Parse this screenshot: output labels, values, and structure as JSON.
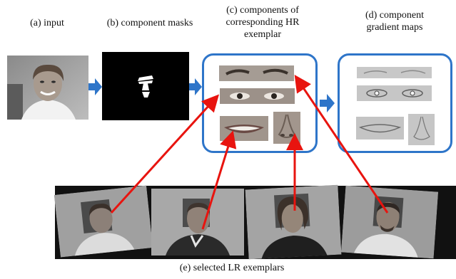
{
  "labels": {
    "input": "(a) input",
    "masks": "(b) component masks",
    "hr_components_line1": "(c) components of",
    "hr_components_line2": "corresponding HR",
    "hr_components_line3": "exemplar",
    "gradient_line1": "(d) component",
    "gradient_line2": "gradient maps",
    "lr_exemplars": "(e) selected LR exemplars"
  },
  "colors": {
    "flow_arrow": "#2e75c9",
    "panel_border": "#2e75c9",
    "link_arrow": "#e8140f"
  }
}
